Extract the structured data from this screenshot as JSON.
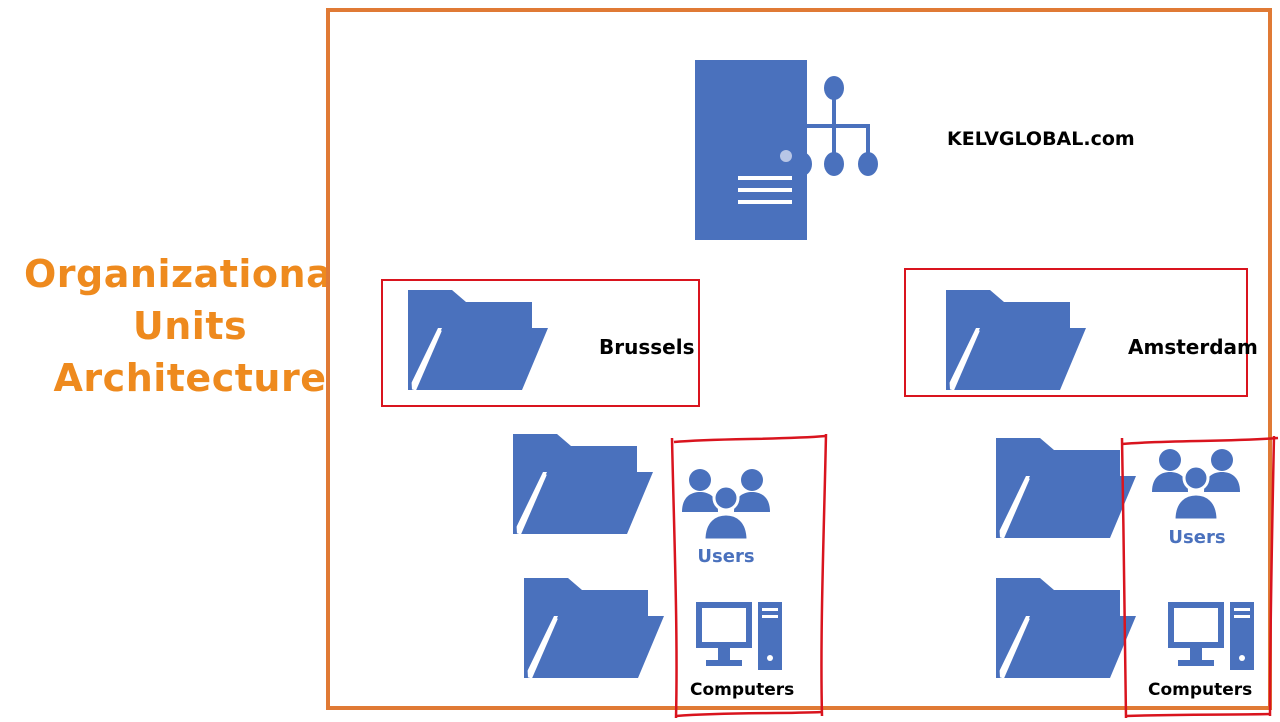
{
  "title": {
    "line1": "Organizational",
    "line2": "Units",
    "line3": "Architecture"
  },
  "domain_label": "KELVGLOBAL.com",
  "ous": [
    {
      "name": "Brussels",
      "users_label": "Users",
      "computers_label": "Computers"
    },
    {
      "name": "Amsterdam",
      "users_label": "Users",
      "computers_label": "Computers"
    }
  ],
  "colors": {
    "accent_orange": "#ee8a1e",
    "frame_orange": "#e07a35",
    "icon_blue": "#4a71bd",
    "highlight_red": "#d9141e"
  },
  "icons": [
    "server-directory-icon",
    "folder-icon",
    "users-group-icon",
    "computer-icon"
  ]
}
